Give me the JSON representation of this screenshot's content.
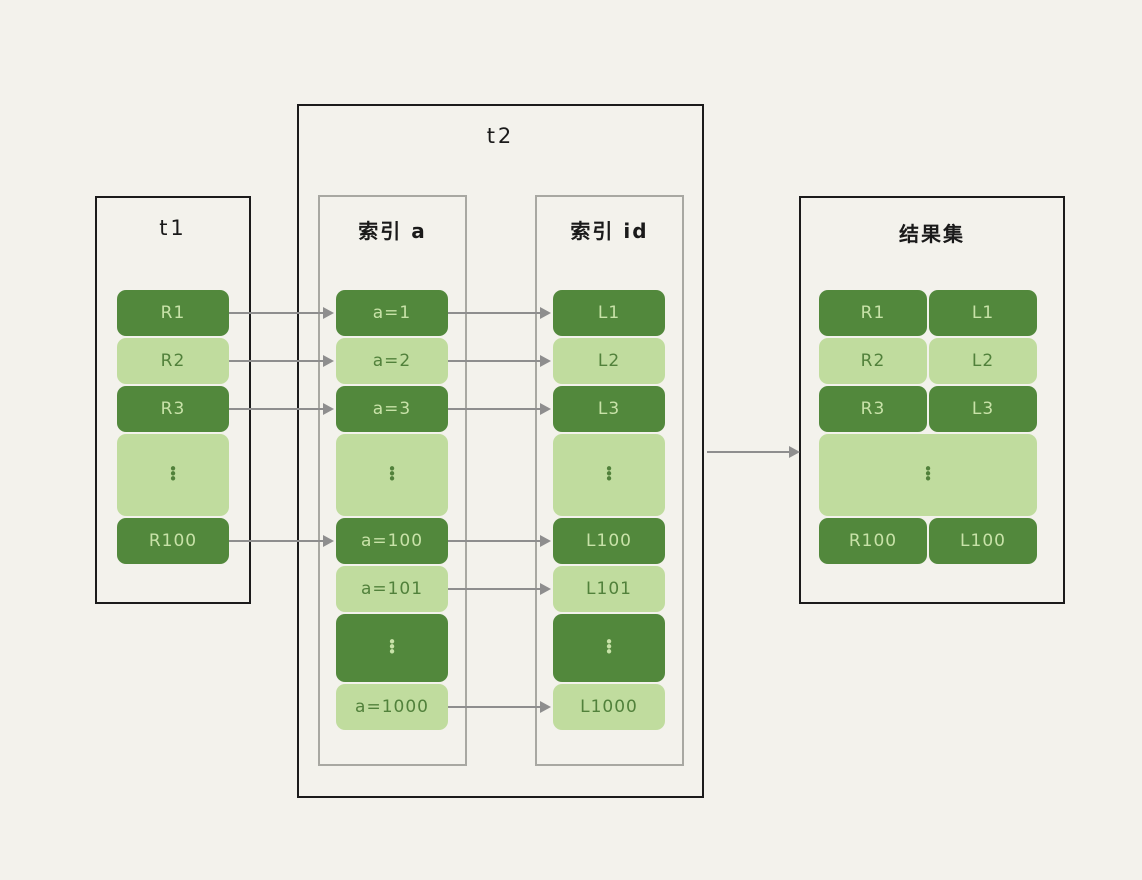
{
  "diagram": {
    "background_color": "#f3f2ec",
    "dark_cell_color": "#52883c",
    "light_cell_color": "#c0dc9e",
    "connector_color": "#8e8e8e",
    "frame_color": "#1b1b1b",
    "inner_frame_color": "#a8a8a2"
  },
  "t1": {
    "title": "t1",
    "rows": [
      {
        "label": "R1",
        "tone": "dark"
      },
      {
        "label": "R2",
        "tone": "light"
      },
      {
        "label": "R3",
        "tone": "dark"
      },
      {
        "label": "⋮",
        "tone": "light",
        "ellipsis": true
      },
      {
        "label": "R100",
        "tone": "dark"
      }
    ]
  },
  "t2": {
    "title": "t2",
    "index_a": {
      "title": "索引 a",
      "rows": [
        {
          "label": "a=1",
          "tone": "dark"
        },
        {
          "label": "a=2",
          "tone": "light"
        },
        {
          "label": "a=3",
          "tone": "dark"
        },
        {
          "label": "⋮",
          "tone": "light",
          "ellipsis": true
        },
        {
          "label": "a=100",
          "tone": "dark"
        },
        {
          "label": "a=101",
          "tone": "light"
        },
        {
          "label": "⋮",
          "tone": "dark",
          "ellipsis": true
        },
        {
          "label": "a=1000",
          "tone": "light"
        }
      ]
    },
    "index_id": {
      "title": "索引 id",
      "rows": [
        {
          "label": "L1",
          "tone": "dark"
        },
        {
          "label": "L2",
          "tone": "light"
        },
        {
          "label": "L3",
          "tone": "dark"
        },
        {
          "label": "⋮",
          "tone": "light",
          "ellipsis": true
        },
        {
          "label": "L100",
          "tone": "dark"
        },
        {
          "label": "L101",
          "tone": "light"
        },
        {
          "label": "⋮",
          "tone": "dark",
          "ellipsis": true
        },
        {
          "label": "L1000",
          "tone": "light"
        }
      ]
    }
  },
  "result_set": {
    "title": "结果集",
    "rows": [
      {
        "left": "R1",
        "right": "L1",
        "tone": "dark"
      },
      {
        "left": "R2",
        "right": "L2",
        "tone": "light"
      },
      {
        "left": "R3",
        "right": "L3",
        "tone": "dark"
      },
      {
        "left": "⋮",
        "right": "",
        "tone": "light",
        "ellipsis": true,
        "merged": true
      },
      {
        "left": "R100",
        "right": "L100",
        "tone": "dark"
      }
    ]
  }
}
